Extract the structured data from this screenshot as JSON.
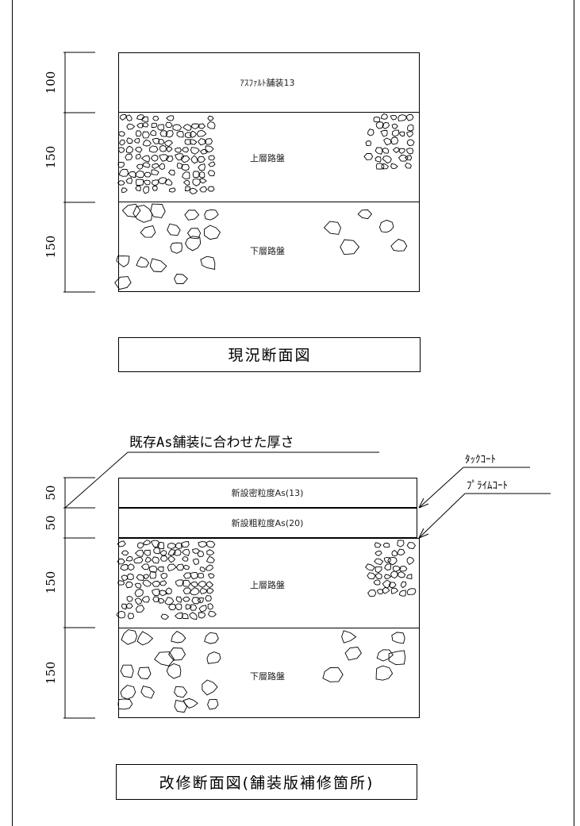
{
  "existing_section": {
    "layers": [
      {
        "label": "ｱｽﾌｧﾙﾄ舗装13",
        "thickness": "100"
      },
      {
        "label": "上層路盤",
        "thickness": "150"
      },
      {
        "label": "下層路盤",
        "thickness": "150"
      }
    ],
    "title": "現況断面図"
  },
  "repair_section": {
    "note": "既存As舗装に合わせた厚さ",
    "layers": [
      {
        "label": "新設密粒度As(13)",
        "thickness": "50"
      },
      {
        "label": "新設粗粒度As(20)",
        "thickness": "50"
      },
      {
        "label": "上層路盤",
        "thickness": "150"
      },
      {
        "label": "下層路盤",
        "thickness": "150"
      }
    ],
    "callouts": {
      "tack_coat": "ﾀｯｸｺｰﾄ",
      "prime_coat": "ﾌﾟﾗｲﾑｺｰﾄ"
    },
    "title": "改修断面図(舗装版補修箇所)"
  }
}
